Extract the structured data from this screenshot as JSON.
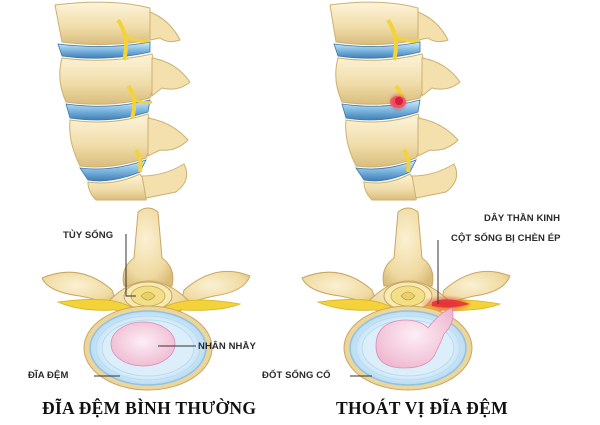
{
  "left_panel": {
    "labels": {
      "spinal_cord": "TỦY SỐNG",
      "nucleus": "NHÂN NHẦY",
      "disc": "ĐĨA ĐỆM"
    },
    "caption": "ĐĨA ĐỆM BÌNH THƯỜNG"
  },
  "right_panel": {
    "labels": {
      "nerve_line1": "DÂY THẦN KINH",
      "nerve_line2": "CỘT SỐNG BỊ CHÈN ÉP",
      "vertebra": "ĐỐT SỐNG CỔ"
    },
    "caption": "THOÁT VỊ ĐĨA ĐỆM"
  },
  "colors": {
    "bone": "#f0dca4",
    "bone_dark": "#dcc07a",
    "disc_blue": "#8fc3e6",
    "nucleus_pink": "#f5c9dd",
    "nerve_yellow": "#f4d23a",
    "herniation_red": "#e0303a"
  }
}
